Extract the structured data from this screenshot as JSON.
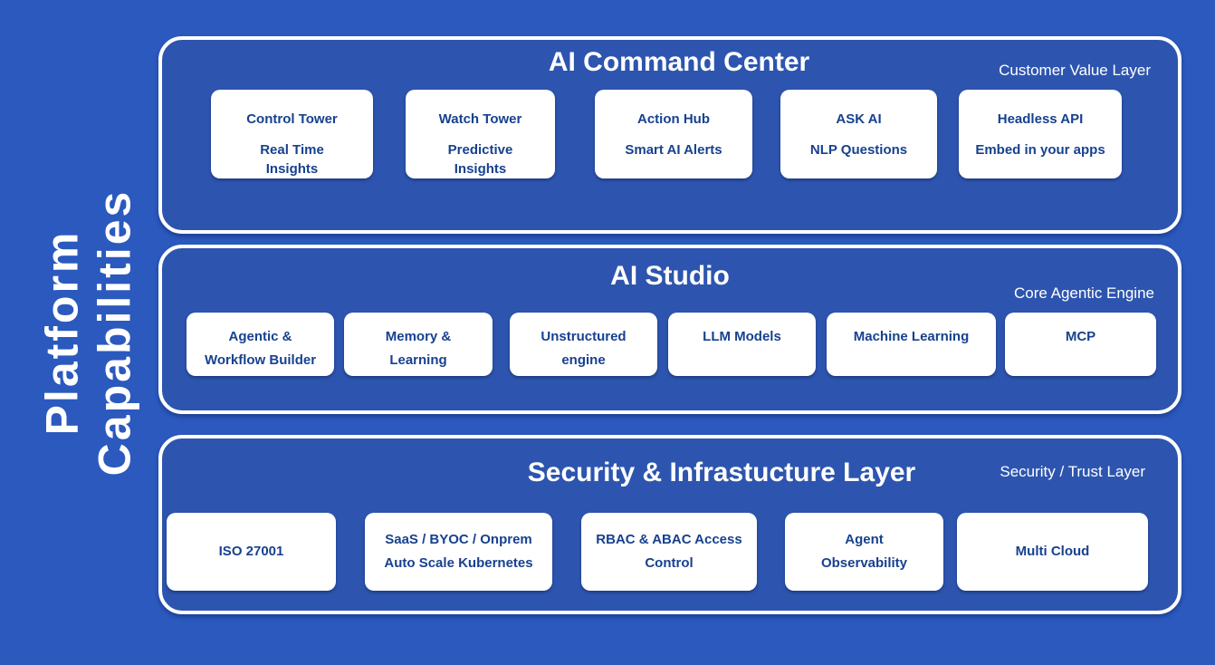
{
  "page": {
    "vertical_label": "Platform\nCapabilities"
  },
  "colors": {
    "background": "#2B59BE",
    "panel": "#2D55AF",
    "panel_border": "#FFFFFF",
    "card_background": "#FFFFFF",
    "card_text": "#17418F",
    "heading_text": "#FFFFFF"
  },
  "layers": [
    {
      "title": "AI Command Center",
      "tag": "Customer Value Layer",
      "cards": [
        {
          "title": "Control Tower",
          "subtitle": "Real Time\nInsights"
        },
        {
          "title": "Watch Tower",
          "subtitle": "Predictive\nInsights"
        },
        {
          "title": "Action Hub",
          "subtitle": "Smart AI Alerts"
        },
        {
          "title": "ASK AI",
          "subtitle": "NLP Questions"
        },
        {
          "title": "Headless API",
          "subtitle": "Embed in your apps"
        }
      ]
    },
    {
      "title": "AI Studio",
      "tag": "Core Agentic Engine",
      "cards": [
        {
          "title": "Agentic &\nWorkflow Builder"
        },
        {
          "title": "Memory &\nLearning"
        },
        {
          "title": "Unstructured\nengine"
        },
        {
          "title": "LLM Models"
        },
        {
          "title": "Machine Learning"
        },
        {
          "title": "MCP"
        }
      ]
    },
    {
      "title": "Security & Infrastucture Layer",
      "tag": "Security / Trust Layer",
      "cards": [
        {
          "title": "ISO 27001"
        },
        {
          "title": "SaaS / BYOC / Onprem\nAuto Scale Kubernetes"
        },
        {
          "title": "RBAC & ABAC Access\nControl"
        },
        {
          "title": "Agent\nObservability"
        },
        {
          "title": "Multi Cloud"
        }
      ]
    }
  ]
}
